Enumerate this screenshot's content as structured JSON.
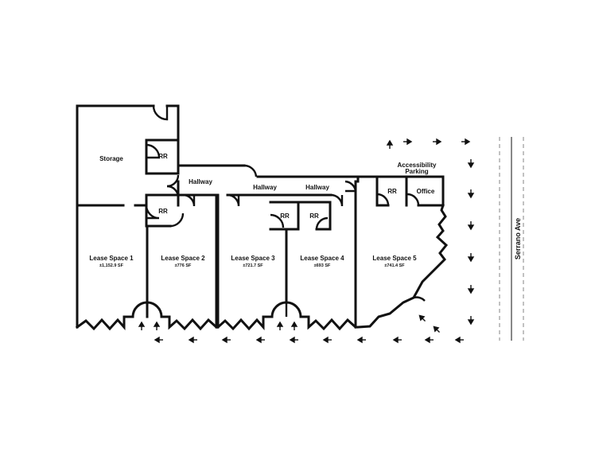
{
  "rooms": {
    "storage": "Storage",
    "rr_storage": "RR",
    "rr_lease1": "RR",
    "rr_lease3": "RR",
    "rr_lease4": "RR",
    "rr_lease5": "RR",
    "office": "Office",
    "hallway_1": "Hallway",
    "hallway_2": "Hallway",
    "hallway_3": "Hallway",
    "accessibility_parking": [
      "Accessibility",
      "Parking"
    ]
  },
  "lease_spaces": [
    {
      "name": "Lease Space 1",
      "area": "±1,152.9 SF"
    },
    {
      "name": "Lease Space 2",
      "area": "±776 SF"
    },
    {
      "name": "Lease Space 3",
      "area": "±721.7 SF"
    },
    {
      "name": "Lease Space 4",
      "area": "±693 SF"
    },
    {
      "name": "Lease Space 5",
      "area": "±741.4 SF"
    }
  ],
  "street": {
    "name": "Serrano Ave"
  },
  "colors": {
    "ink": "#111111",
    "street_line": "#9a9a9a",
    "background": "#ffffff"
  }
}
